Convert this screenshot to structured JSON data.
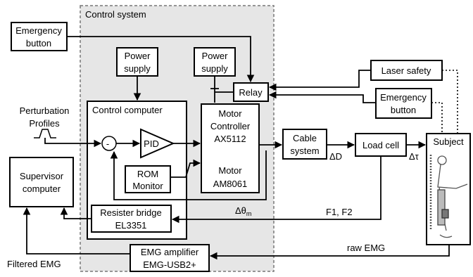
{
  "control_system_label": "Control system",
  "emergency_button_left": {
    "line1": "Emergency",
    "line2": "button"
  },
  "power_supply_left": {
    "line1": "Power",
    "line2": "supply"
  },
  "power_supply_right": {
    "line1": "Power",
    "line2": "supply"
  },
  "relay": "Relay",
  "laser_safety": "Laser safety",
  "emergency_button_right": {
    "line1": "Emergency",
    "line2": "button"
  },
  "perturbation_profiles": {
    "line1": "Perturbation",
    "line2": "Profiles"
  },
  "control_computer": "Control computer",
  "pid": "PID",
  "minus_sign": "-",
  "rom_monitor": {
    "line1": "ROM",
    "line2": "Monitor"
  },
  "motor_controller": {
    "line1": "Motor",
    "line2": "Controller",
    "line3": "AX5112"
  },
  "motor": {
    "line1": "Motor",
    "line2": "AM8061"
  },
  "cable_system": {
    "line1": "Cable",
    "line2": "system"
  },
  "load_cell": "Load cell",
  "subject": "Subject",
  "delta_d": "ΔD",
  "delta_tau": "Δτ",
  "delta_theta": "Δθ",
  "delta_theta_sub": "m",
  "supervisor_computer": {
    "line1": "Supervisor",
    "line2": "computer"
  },
  "resister_bridge": {
    "line1": "Resister bridge",
    "line2": "EL3351"
  },
  "f1_f2": "F1, F2",
  "emg_amplifier": {
    "line1": "EMG amplifier",
    "line2": "EMG-USB2+"
  },
  "raw_emg": "raw EMG",
  "filtered_emg": "Filtered EMG"
}
